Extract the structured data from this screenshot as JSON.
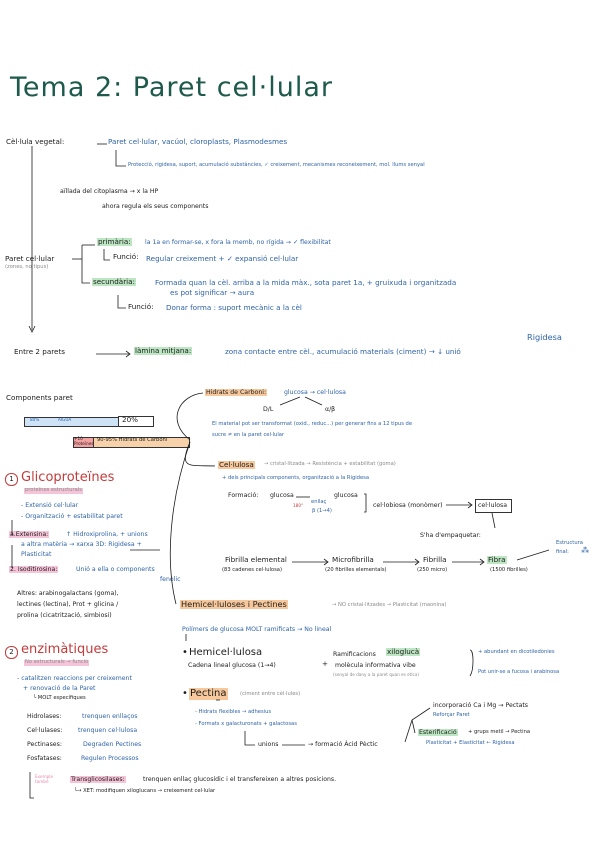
{
  "title": "Tema 2: Paret cel·lular",
  "intro": {
    "cell_label": "Cèl·lula vegetal:",
    "structures": "Paret cel·lular, vacúol, cloroplasts, Plasmodesmes",
    "functions": "Protecció, rigidesa, suport, acumulació substàncies, ✓ creixement, mecanismes reconeixement, mol. llums senyal",
    "isolated_1": "aïllada del citoplasma → x la HP",
    "isolated_2": "ahora regula els seus components"
  },
  "paret": {
    "label": "Paret cel·lular",
    "sub": "(zones, no tipus)",
    "primaria_label": "primària:",
    "primaria_text": "la 1a en formar-se, x fora la memb, no rígida → ✓ flexibilitat",
    "primaria_funcio_label": "Funció:",
    "primaria_funcio_text": "Regular creixement + ✓ expansió cel·lular",
    "secundaria_label": "secundària:",
    "secundaria_text": "Formada quan la cèl. arriba a la mida màx., sota paret 1a, + gruixuda i organitzada",
    "secundaria_text2": "es pot significar → aura",
    "secundaria_funcio_label": "Funció:",
    "secundaria_funcio_text": "Donar forma : suport mecànic a la cèl",
    "rigidesa": "Rigidesa",
    "entre_label": "Entre 2 parets",
    "lamina": "làmina mitjana:",
    "lamina_text": "zona contacte entre cèl., acumulació materials (ciment) → ↓ unió"
  },
  "components": {
    "label": "Components paret",
    "bar_aigua_left": "80%",
    "bar_aigua_text": "AIGUA",
    "bar_20": "20%",
    "bar_small": "+10 Proteïnes",
    "bar_carbo": "90-95% Hidrats de Carboni"
  },
  "glico": {
    "num": "1",
    "title": "Glicoproteïnes",
    "sub": "proteïnes estructurals",
    "line1": "- Extensió cel·lular",
    "line2": "- Organització + estabilitat paret",
    "ext_label": "a.Extensina:",
    "ext_text": "↑ Hidroxiprolina, + unions",
    "ext_text2": "a altra matèria → xarxa 3D: Rigidesa +",
    "ext_text3": "Plasticitat",
    "iso_label": "2. Isoditirosina:",
    "iso_text": "Unió a ella o components",
    "iso_text2": "fenòlic",
    "altres_1": "Altres: arabinogalactans (goma),",
    "altres_2": "lectines (lectina), Prot + glicina /",
    "altres_3": "prolina (cicatrització, simbiosi)"
  },
  "enz": {
    "num": "2",
    "title": "enzimàtiques",
    "sub": "No estructurals → funció",
    "line1": "- catalitzen reaccions per creixement",
    "line2": "+ renovació de la Paret",
    "line3": "└ MOLT específiques",
    "hidrolases_label": "Hidrolases:",
    "hidrolases_text": "trenquen enllaços",
    "cel_label": "Cel·lulases:",
    "cel_text": "trenquen cel·lulosa",
    "pect_label": "Pectinases:",
    "pect_text": "Degraden Pectines",
    "fosf_label": "Fosfatases:",
    "fosf_text": "Regulen Processos"
  },
  "transg": {
    "grey": "Exemple també",
    "label": "Transglicosilases:",
    "text": "trenquen enllaç glucosídic i el transfereixen a altres posicions.",
    "xet": "└→ XET: modifiquen xiloglucans → creixement cel·lular"
  },
  "hidrats": {
    "label": "Hidrats de Carboni:",
    "glucosa": "glucosa → cel·lulosa",
    "dl": "D/L",
    "ab": "α/β",
    "matriu1": "El material pot ser transformat (oxid., reduc...) per generar fins a 12 tipus de",
    "matriu2": "sucre ≠ en la paret cel·lular"
  },
  "celulosa": {
    "label": "Cel·lulosa",
    "cryst": "→ cristal·litzada → Resistència + estabilitat (goma)",
    "princ": "+ dels principals components, organització a la Rigidesa",
    "formacio": "Formació:",
    "glucosa1": "glucosa",
    "enllac": "enllaç",
    "b14": "β (1→4)",
    "deg180": "180°",
    "glucosa2": "glucosa",
    "cellobiosa": "cel·lobiosa (monòmer)",
    "celulosa_box": "cel·lulosa",
    "empaquetar": "S'ha d'empaquetar:",
    "fib_elem": "Fibrilla elemental",
    "fib_elem_sub": "(83 cadenes cel·lulosa)",
    "micro": "Microfibrilla",
    "micro_sub": "(20 fibrilles elementals)",
    "fib": "Fibrilla",
    "fib_sub": "(250 micro)",
    "fibra": "Fibra",
    "fibra_sub": "(1500 fibrilles)",
    "struct": "Estructura",
    "final": "final:"
  },
  "hemi": {
    "label": "Hemicel·luloses i Pectines",
    "nocryst": "→ NO cristal·litzades → Plasticitat (maonina)",
    "polimers": "Polímers de glucosa MOLT ramificats → No lineal",
    "hemi_title": "Hemicel·lulosa",
    "cadena": "Cadena lineal glucosa (1→4)",
    "plus": "+",
    "ramif": "Ramificacions",
    "xilo": "xiloglucà",
    "mol_info": "molècula informativa vibe",
    "mol_sub": "(senyal de dany a la paret quan es etica)",
    "abund": "+ abundant en dicotiledònies",
    "unir": "Pot unir-se a fucosa i arabinosa"
  },
  "pectina": {
    "title": "Pectina",
    "sub": "(ciment entre cèl·lules)",
    "l1": "- Hidrats flexibles → adhesius",
    "l2": "- Formats x galacturonats + galactosas",
    "unions": "unions",
    "formacio": "→ formació Àcid Pèctic",
    "incorp": "incorporació Ca i Mg → Pectats",
    "reforcar": "Reforçar Paret",
    "esterif": "Esterificació",
    "esterif_text": "+ grups metil → Pectina",
    "plasticitat": "Plasticitat + Elasticitat ← Rigidesa"
  }
}
